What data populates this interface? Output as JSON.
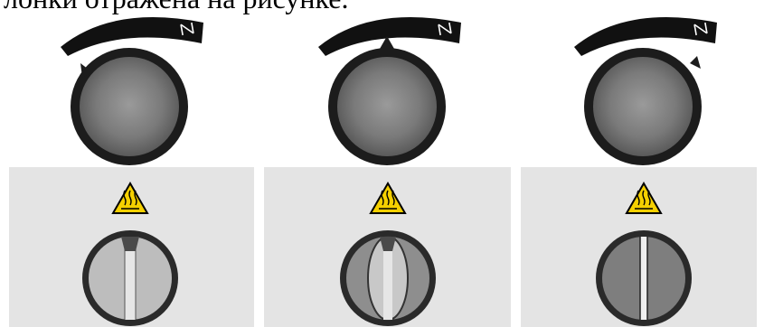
{
  "caption": {
    "text": "лонки отражена на рисунке."
  },
  "figure": {
    "panels": [
      {
        "knob_position": "left",
        "dial": "open"
      },
      {
        "knob_position": "center",
        "dial": "half"
      },
      {
        "knob_position": "right",
        "dial": "closed"
      }
    ],
    "scale_symbol": "flame-lever-icon",
    "warning_symbol": "hot-surface-warning-icon",
    "colors": {
      "panel_bg": "#e4e4e4",
      "knob_dark": "#1c1c1c",
      "knob_face": "#8a8a8a",
      "warning_yellow": "#f5d000"
    }
  }
}
